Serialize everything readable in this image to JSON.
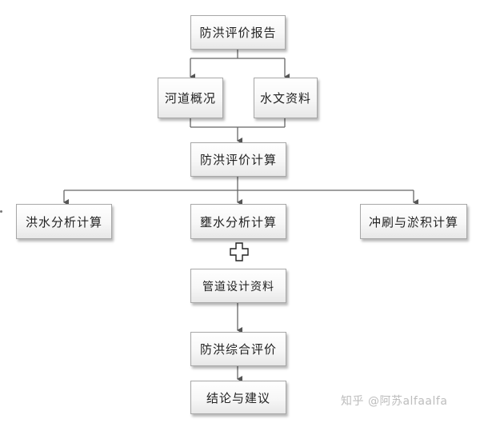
{
  "nodes": {
    "report": "防洪评价报告",
    "river": "河道概况",
    "hydro": "水文资料",
    "calc": "防洪评价计算",
    "flood_calc": "洪水分析计算",
    "backwater_calc": "壅水分析计算",
    "scour_calc": "冲刷与淤积计算",
    "pipeline_data": "管道设计资料",
    "overall_eval": "防洪综合评价",
    "conclusion": "结论与建议"
  },
  "watermark": "知乎 @阿苏alfaalfa"
}
